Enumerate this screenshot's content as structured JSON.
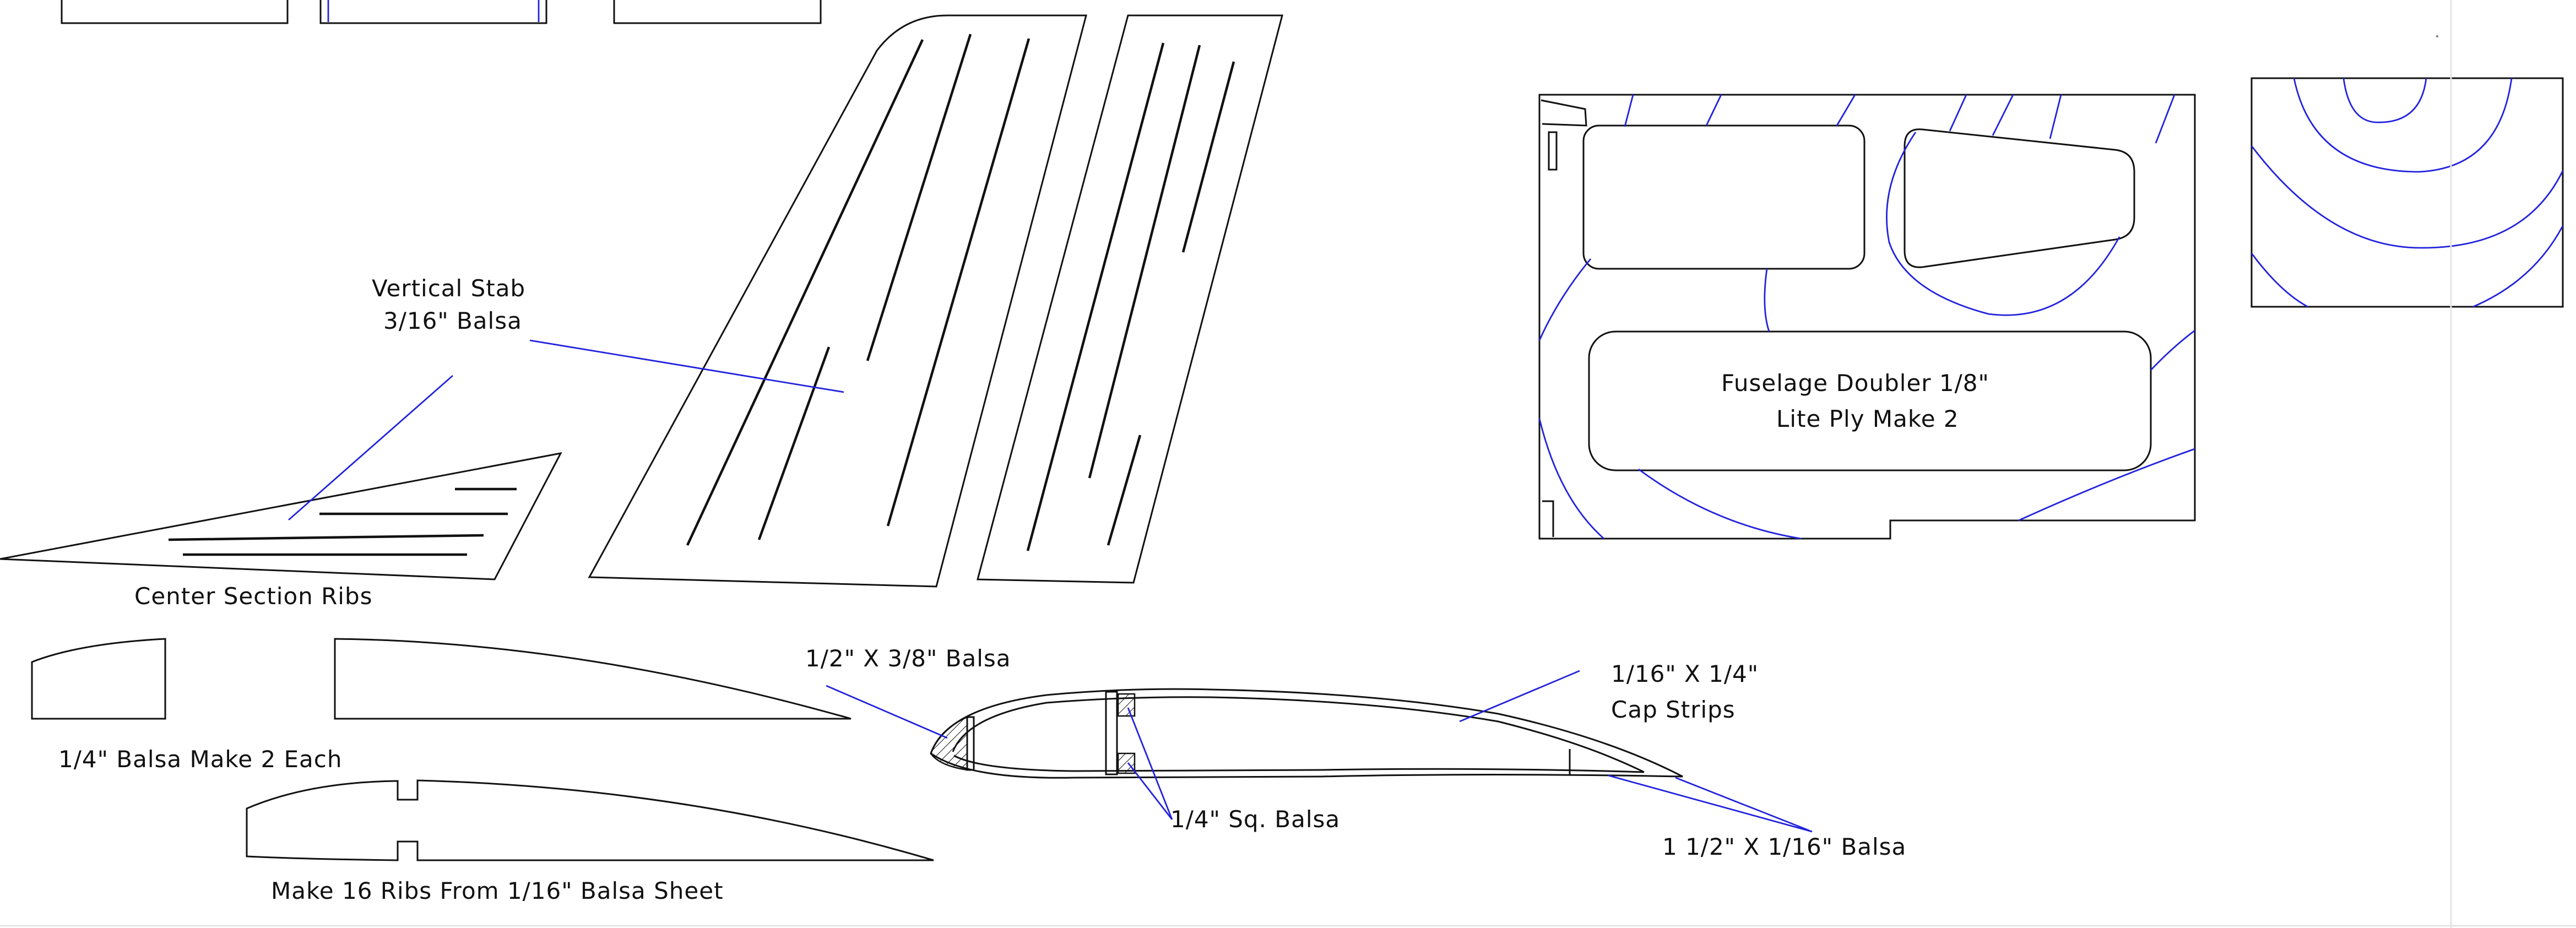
{
  "labels": {
    "vertical_stab_line1": "Vertical Stab",
    "vertical_stab_line2": "3/16\" Balsa",
    "center_section_ribs": "Center Section Ribs",
    "balsa_make_2_each": "1/4\" Balsa Make 2 Each",
    "make_16_ribs": "Make 16 Ribs From 1/16\" Balsa Sheet",
    "half_by_3_8_balsa": "1/2\" X 3/8\" Balsa",
    "cap_strips_line1": "1/16\" X 1/4\"",
    "cap_strips_line2": "Cap Strips",
    "quarter_sq_balsa": "1/4\" Sq. Balsa",
    "one_half_by_1_16_balsa": "1 1/2\" X 1/16\" Balsa",
    "fuselage_doubler_line1": "Fuselage Doubler 1/8\"",
    "fuselage_doubler_line2": "Lite Ply Make 2"
  },
  "colors": {
    "outline": "#111111",
    "leader": "#2222dd",
    "background": "#ffffff"
  }
}
